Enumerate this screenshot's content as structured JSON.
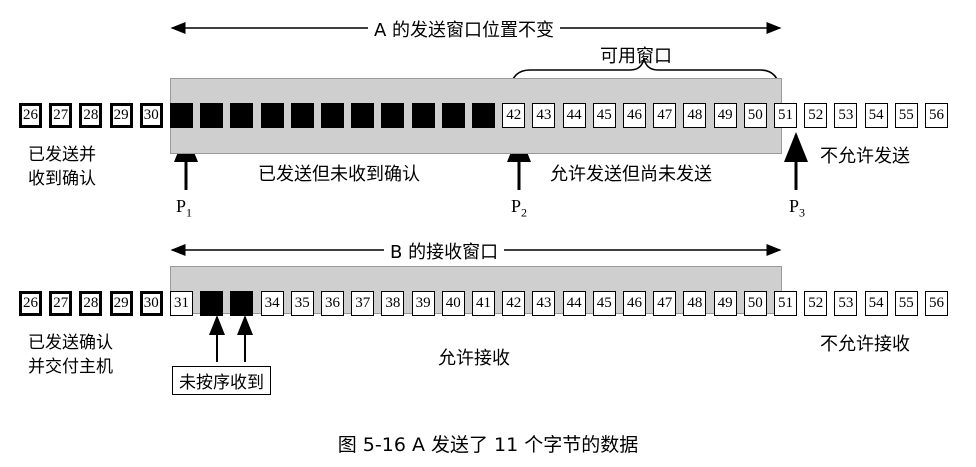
{
  "sender": {
    "window_title": "A 的发送窗口位置不变",
    "usable_window": "可用窗口",
    "label_sent_acked": [
      "已发送并",
      "收到确认"
    ],
    "label_sent_unacked": "已发送但未收到确认",
    "label_allowed_unsent": "允许发送但尚未发送",
    "label_not_allowed": "不允许发送",
    "pointers": [
      {
        "name": "P",
        "sub": "1"
      },
      {
        "name": "P",
        "sub": "2"
      },
      {
        "name": "P",
        "sub": "3"
      }
    ],
    "bytes_before": [
      "26",
      "27",
      "28",
      "29",
      "30"
    ],
    "bytes_window_usable": [
      "42",
      "43",
      "44",
      "45",
      "46",
      "47",
      "48",
      "49",
      "50"
    ],
    "bytes_after": [
      "51",
      "52",
      "53",
      "54",
      "55",
      "56"
    ]
  },
  "receiver": {
    "window_title": "B 的接收窗口",
    "label_acked_delivered": [
      "已发送确认",
      "并交付主机"
    ],
    "label_allowed": "允许接收",
    "label_not_allowed": "不允许接收",
    "label_out_of_order": "未按序收到",
    "bytes_before": [
      "26",
      "27",
      "28",
      "29",
      "30"
    ],
    "byte_31": "31",
    "bytes_window": [
      "34",
      "35",
      "36",
      "37",
      "38",
      "39",
      "40",
      "41",
      "42",
      "43",
      "44",
      "45",
      "46",
      "47",
      "48",
      "49",
      "50"
    ],
    "bytes_after": [
      "51",
      "52",
      "53",
      "54",
      "55",
      "56"
    ]
  },
  "caption": "图 5-16   A 发送了 11 个字节的数据"
}
